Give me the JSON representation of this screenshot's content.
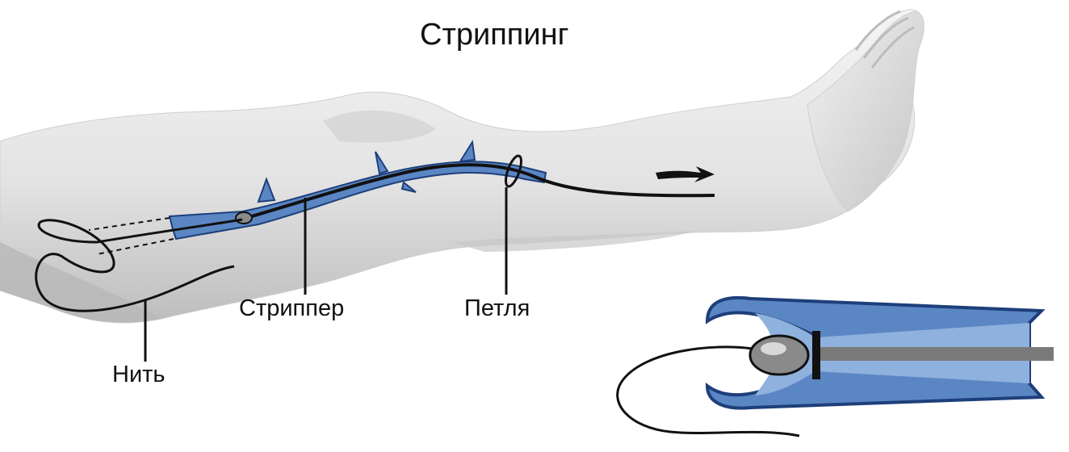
{
  "title": "Стриппинг",
  "labels": {
    "stripper": "Стриппер",
    "loop": "Петля",
    "thread": "Нить"
  },
  "colors": {
    "vein": "#5b86c4",
    "vein_outline": "#1d3f7a",
    "skin": "#e6e6e6",
    "skin_shadow": "#b9b9b9",
    "line": "#111111",
    "rod": "#7a7a7a"
  }
}
